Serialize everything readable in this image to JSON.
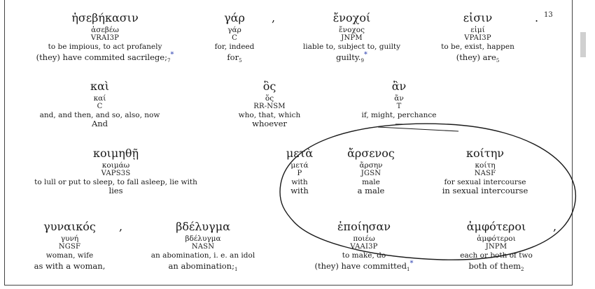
{
  "rows": [
    {
      "columns": [
        {
          "greek": "ἠσεβήκασιν",
          "lemma": "ἀσεβέω",
          "parsing": "VRAI3P",
          "lexical": "to be impious, to act profanely",
          "gloss": "(they) have commited sacrilege;",
          "gloss_sub": "7",
          "asterisk": "*"
        },
        {
          "greek": "γάρ",
          "lemma": "γάρ",
          "parsing": "C",
          "lexical": "for, indeed",
          "gloss": "for",
          "gloss_sub": "5",
          "asterisk": ""
        },
        {
          "greek": "ἔνοχοί",
          "lemma": "ἔνοχος",
          "parsing": "JNPM",
          "lexical": "liable to, subject to, guilty",
          "gloss": "guilty.",
          "gloss_sub": "9",
          "asterisk": "*"
        },
        {
          "greek": "εἰσιν",
          "lemma": "εἰμί",
          "parsing": "VPAI3P",
          "lexical": "to be, exist, happen",
          "gloss": "(they) are",
          "gloss_sub": "5",
          "asterisk": ""
        }
      ],
      "punctuation": [
        ",",
        "."
      ],
      "verse_number": "13"
    },
    {
      "columns": [
        {
          "greek": "καὶ",
          "lemma": "καί",
          "parsing": "C",
          "lexical": "and, and then, and so, also, now",
          "gloss": "And"
        },
        {
          "greek": "ὃς",
          "lemma": "ὅς",
          "parsing": "RR-NSM",
          "lexical": "who, that, which",
          "gloss": "whoever"
        },
        {
          "greek": "ἂν",
          "lemma": "ἄν",
          "parsing": "T",
          "lexical": "if, might, perchance",
          "gloss": "—"
        }
      ]
    },
    {
      "columns": [
        {
          "greek": "κοιμηθῇ",
          "lemma": "κοιμάω",
          "parsing": "VAPS3S",
          "lexical": "to lull or put to sleep, to fall asleep, lie with",
          "gloss": "lies"
        },
        {
          "greek": "μετὰ",
          "lemma": "μετά",
          "parsing": "P",
          "lexical": "with",
          "gloss": "with"
        },
        {
          "greek": "ἄρσενος",
          "lemma": "ἄρσην",
          "parsing": "JGSN",
          "lexical": "male",
          "gloss": "a male"
        },
        {
          "greek": "κοίτην",
          "lemma": "κοίτη",
          "parsing": "NASF",
          "lexical": "for sexual intercourse",
          "gloss": "in sexual intercourse"
        }
      ]
    },
    {
      "columns": [
        {
          "greek": "γυναικός",
          "lemma": "γυνή",
          "parsing": "NGSF",
          "lexical": "woman, wife",
          "gloss": "as with a woman,",
          "gloss_sub": "",
          "asterisk": ""
        },
        {
          "greek": "βδέλυγμα",
          "lemma": "βδέλυγμα",
          "parsing": "NASN",
          "lexical": "an abomination, i. e. an idol",
          "gloss": "an abomination;",
          "gloss_sub": "1",
          "asterisk": ""
        },
        {
          "greek": "ἐποίησαν",
          "lemma": "ποιέω",
          "parsing": "VAAI3P",
          "lexical": "to make, do",
          "gloss": "(they) have committed",
          "gloss_sub": "1",
          "asterisk": "*"
        },
        {
          "greek": "ἀμφότεροι",
          "lemma": "ἀμφότεροι",
          "parsing": "JNPM",
          "lexical": "each or both of two",
          "gloss": "both of them",
          "gloss_sub": "2",
          "asterisk": ""
        }
      ],
      "punctuation": [
        ",",
        ","
      ]
    }
  ]
}
